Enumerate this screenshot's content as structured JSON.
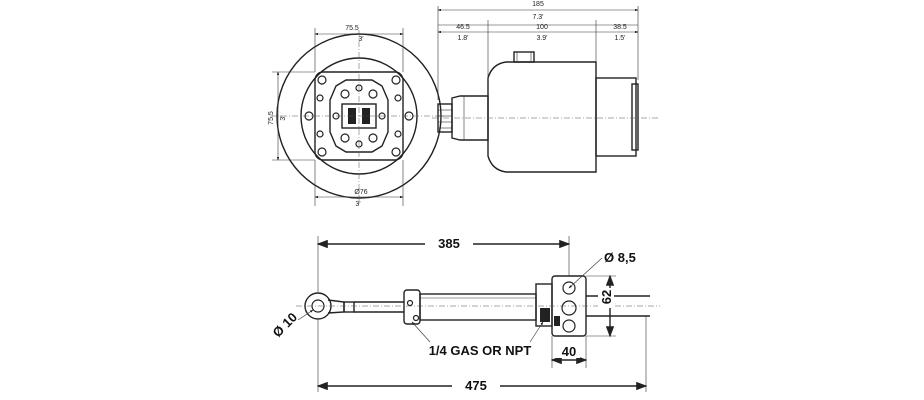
{
  "top_front_view": {
    "width_mm": "75.5",
    "width_in": "3'",
    "height_mm": "75.5",
    "height_in": "3'",
    "diameter": "Ø76",
    "diameter_in": "3'"
  },
  "top_side_view": {
    "overall_mm": "185",
    "overall_in": "7.3'",
    "seg1_mm": "46.5",
    "seg1_in": "1.8'",
    "seg2_mm": "100",
    "seg2_in": "3.9'",
    "seg3_mm": "38.5",
    "seg3_in": "1.5'"
  },
  "cylinder_view": {
    "length_385": "385",
    "hole_dia": "Ø 8,5",
    "height_62": "62",
    "width_40": "40",
    "rod_eye_dia": "Ø 10",
    "port_label": "1/4 GAS OR NPT",
    "length_475": "475"
  }
}
